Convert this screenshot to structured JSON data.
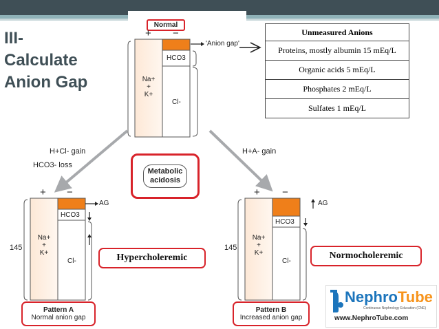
{
  "slide_title": "III-\nCalculate\nAnion Gap",
  "normal": {
    "label": "Normal",
    "plus": "+",
    "minus": "−",
    "gap_label": "'Anion gap'",
    "hco3": "HCO3",
    "na": "Na+",
    "plus_mid": "+",
    "k": "K+",
    "cl": "Cl-"
  },
  "unmeasured_anions": {
    "header": "Unmeasured Anions",
    "rows": [
      "Proteins, mostly albumin 15 mEq/L",
      "Organic acids 5 mEq/L",
      "Phosphates 2 mEq/L",
      "Sulfates 1 mEq/L"
    ]
  },
  "center": {
    "label_line1": "Metabolic",
    "label_line2": "acidosis"
  },
  "left_arrow": {
    "line1": "H+Cl- gain",
    "line2": "HCO3- loss"
  },
  "right_arrow": {
    "line1": "H+A- gain"
  },
  "pattern_a": {
    "plus": "+",
    "minus": "−",
    "ag": "AG",
    "hco3": "HCO3",
    "value": "145",
    "na": "Na+",
    "plus_mid": "+",
    "k": "K+",
    "cl": "Cl-",
    "caption_line1": "Pattern A",
    "caption_line2": "Normal anion gap",
    "tag": "Hypercholeremic"
  },
  "pattern_b": {
    "plus": "+",
    "minus": "−",
    "ag": "AG",
    "hco3": "HCO3",
    "value": "145",
    "na": "Na+",
    "plus_mid": "+",
    "k": "K+",
    "cl": "Cl-",
    "caption_line1": "Pattern B",
    "caption_line2": "Increased anion gap",
    "tag": "Normocholeremic"
  },
  "logo": {
    "name_part1": "Nephro",
    "name_part2": "Tube",
    "tagline": "Continuous Nephrology Education (CNE)",
    "url": "www.NephroTube.com"
  },
  "colors": {
    "orange": "#ef7f1a",
    "peach": "#fbe3cd",
    "red": "#d8232a",
    "slate": "#3f4f56",
    "arrow_gray": "#a7a9ac"
  }
}
